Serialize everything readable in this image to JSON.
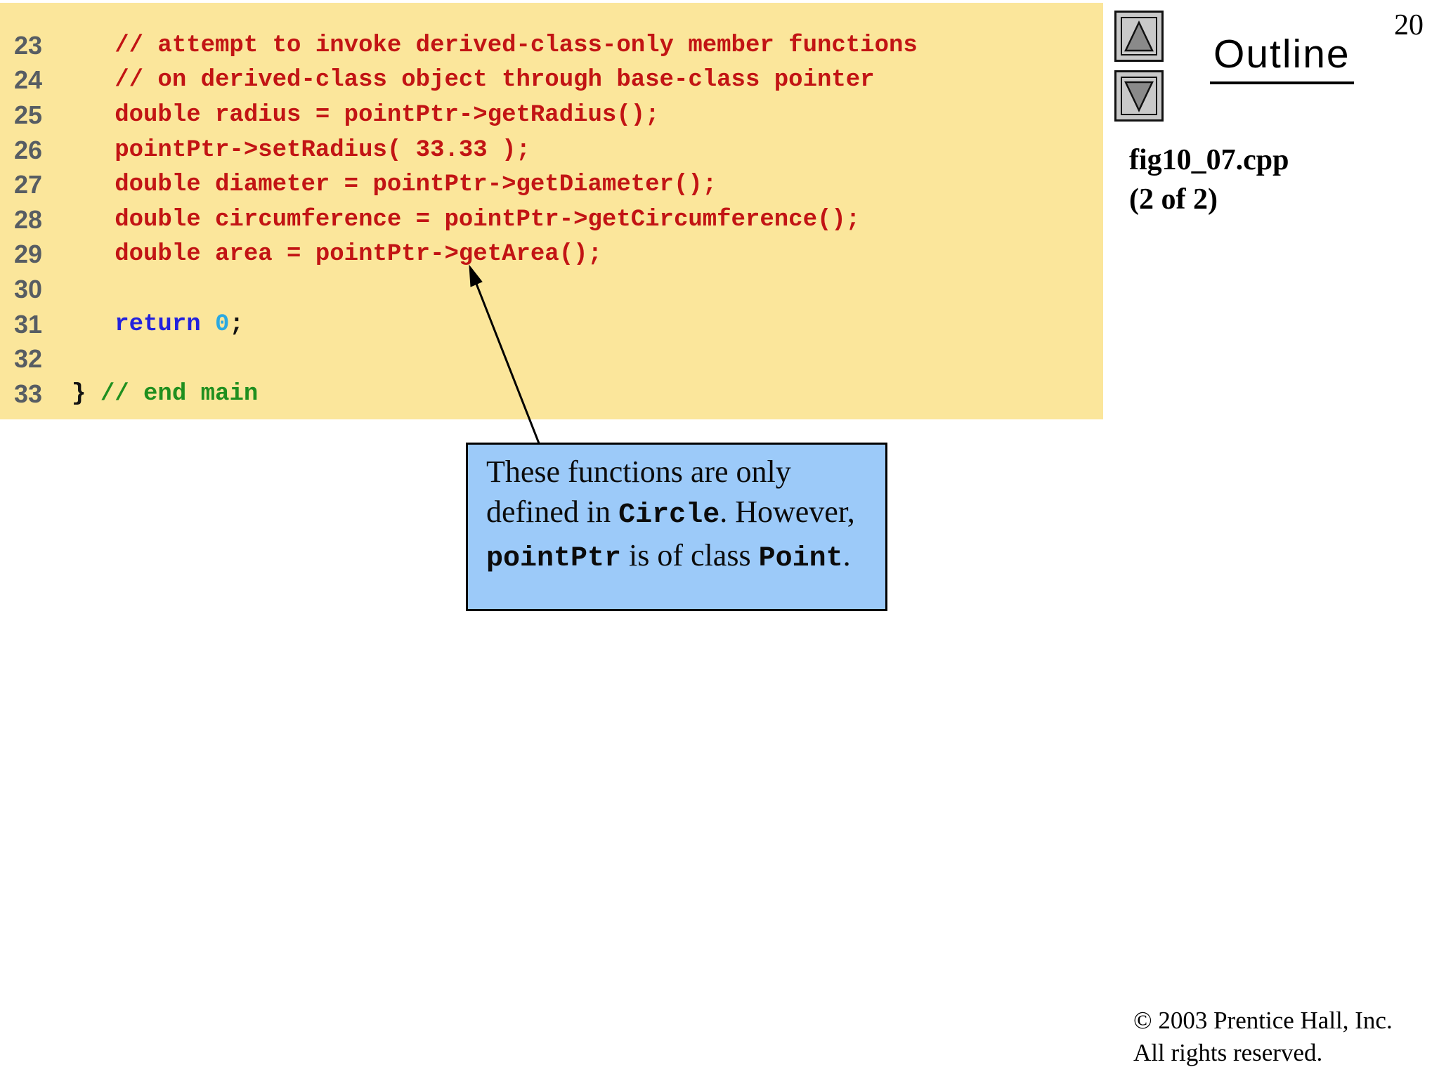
{
  "page": {
    "number": "20"
  },
  "colors": {
    "panel_bg": "#FBE69B",
    "code_red": "#C21414",
    "keyword_blue": "#2222DD",
    "value_cyan": "#2BA9E1",
    "comment_green": "#1F8F1F",
    "plain_black": "#131313",
    "line_number_gray": "#575D63",
    "callout_bg": "#9CCAF9",
    "button_gray": "#C9C9C9",
    "triangle_gray": "#8A8A8A"
  },
  "code_panel": {
    "lines": [
      {
        "num": "23",
        "segments": [
          {
            "text": "   // attempt to invoke derived-class-only member functions",
            "color": "red"
          }
        ]
      },
      {
        "num": "24",
        "segments": [
          {
            "text": "   // on derived-class object through base-class pointer",
            "color": "red"
          }
        ]
      },
      {
        "num": "25",
        "segments": [
          {
            "text": "   double radius = pointPtr->getRadius();",
            "color": "red"
          }
        ]
      },
      {
        "num": "26",
        "segments": [
          {
            "text": "   pointPtr->setRadius( 33.33 );",
            "color": "red"
          }
        ]
      },
      {
        "num": "27",
        "segments": [
          {
            "text": "   double diameter = pointPtr->getDiameter();",
            "color": "red"
          }
        ]
      },
      {
        "num": "28",
        "segments": [
          {
            "text": "   double circumference = pointPtr->getCircumference();",
            "color": "red"
          }
        ]
      },
      {
        "num": "29",
        "segments": [
          {
            "text": "   double area = pointPtr->getArea();",
            "color": "red"
          }
        ]
      },
      {
        "num": "30",
        "segments": []
      },
      {
        "num": "31",
        "segments": [
          {
            "text": "   ",
            "color": "plain"
          },
          {
            "text": "return",
            "color": "keyword"
          },
          {
            "text": " ",
            "color": "plain"
          },
          {
            "text": "0",
            "color": "value"
          },
          {
            "text": ";",
            "color": "plain"
          }
        ]
      },
      {
        "num": "32",
        "segments": []
      },
      {
        "num": "33",
        "segments": [
          {
            "text": "} ",
            "color": "plain"
          },
          {
            "text": "// end main",
            "color": "comment"
          }
        ]
      }
    ]
  },
  "sidebar": {
    "outline_label": "Outline",
    "figure_name": "fig10_07.cpp",
    "figure_part": "(2 of 2)",
    "up_button": "scroll-up",
    "down_button": "scroll-down"
  },
  "callout": {
    "segments": [
      {
        "text": "These functions are only defined in ",
        "mono": false
      },
      {
        "text": "Circle",
        "mono": true
      },
      {
        "text": ". However, ",
        "mono": false
      },
      {
        "text": "pointPtr",
        "mono": true
      },
      {
        "text": " is of class ",
        "mono": false
      },
      {
        "text": "Point",
        "mono": true
      },
      {
        "text": ".",
        "mono": false
      }
    ]
  },
  "footer": {
    "line1": "© 2003 Prentice Hall, Inc.",
    "line2": "All rights reserved."
  }
}
